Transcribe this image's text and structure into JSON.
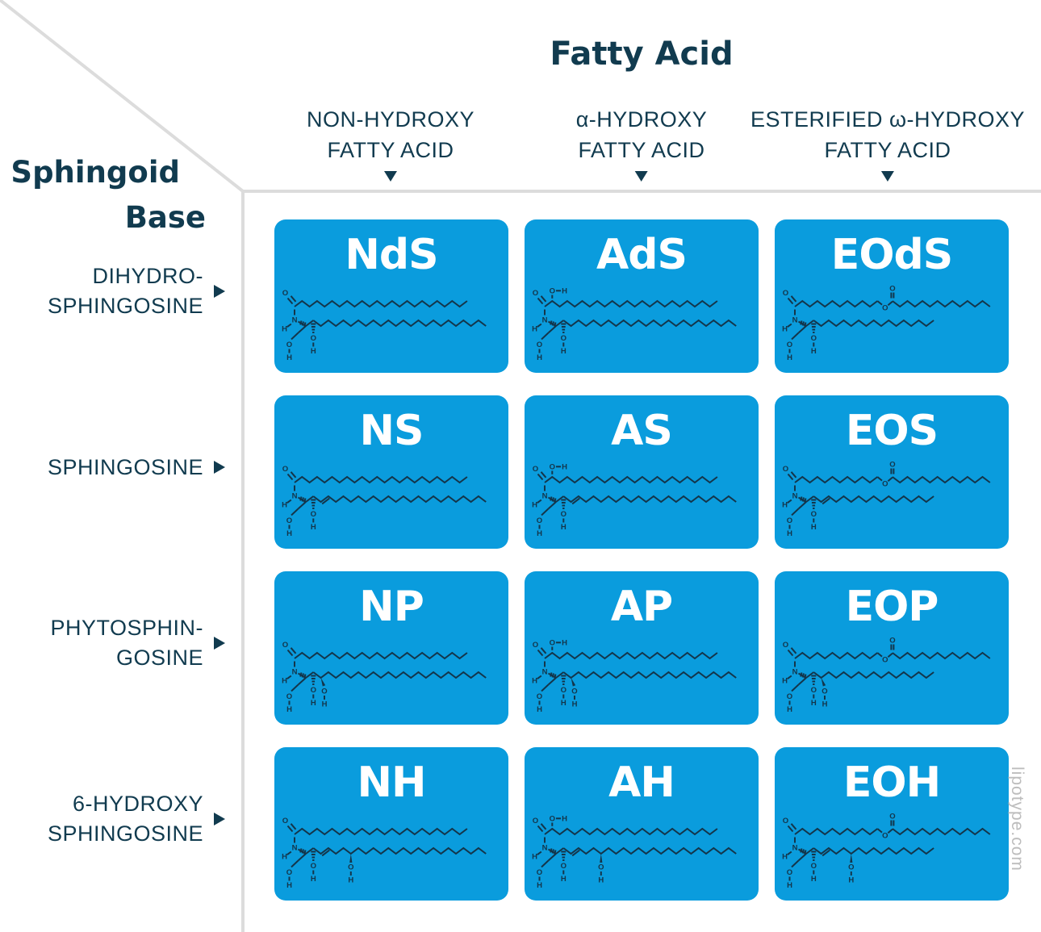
{
  "axes": {
    "column_axis_title": "Fatty Acid",
    "row_axis_title_line1": "Sphingoid",
    "row_axis_title_line2": "Base"
  },
  "columns": [
    {
      "label_line1": "NON-HYDROXY",
      "label_line2": "FATTY ACID"
    },
    {
      "label_line1": "α-HYDROXY",
      "label_line2": "FATTY ACID"
    },
    {
      "label_line1": "ESTERIFIED ω-HYDROXY",
      "label_line2": "FATTY ACID"
    }
  ],
  "rows": [
    {
      "label_lines": [
        "DIHYDRO-",
        "SPHINGOSINE"
      ]
    },
    {
      "label_lines": [
        "SPHINGOSINE"
      ]
    },
    {
      "label_lines": [
        "PHYTOSPHIN-",
        "GOSINE"
      ]
    },
    {
      "label_lines": [
        "6-HYDROXY",
        "SPHINGOSINE"
      ]
    }
  ],
  "cards": [
    {
      "code": "NdS",
      "row": 0,
      "col": 0,
      "structure": {
        "alpha_hydroxy": false,
        "esterified": false,
        "double_bond": false,
        "oh4": false,
        "oh6": false
      }
    },
    {
      "code": "AdS",
      "row": 0,
      "col": 1,
      "structure": {
        "alpha_hydroxy": true,
        "esterified": false,
        "double_bond": false,
        "oh4": false,
        "oh6": false
      }
    },
    {
      "code": "EOdS",
      "row": 0,
      "col": 2,
      "structure": {
        "alpha_hydroxy": false,
        "esterified": true,
        "double_bond": false,
        "oh4": false,
        "oh6": false
      }
    },
    {
      "code": "NS",
      "row": 1,
      "col": 0,
      "structure": {
        "alpha_hydroxy": false,
        "esterified": false,
        "double_bond": true,
        "oh4": false,
        "oh6": false
      }
    },
    {
      "code": "AS",
      "row": 1,
      "col": 1,
      "structure": {
        "alpha_hydroxy": true,
        "esterified": false,
        "double_bond": true,
        "oh4": false,
        "oh6": false
      }
    },
    {
      "code": "EOS",
      "row": 1,
      "col": 2,
      "structure": {
        "alpha_hydroxy": false,
        "esterified": true,
        "double_bond": true,
        "oh4": false,
        "oh6": false
      }
    },
    {
      "code": "NP",
      "row": 2,
      "col": 0,
      "structure": {
        "alpha_hydroxy": false,
        "esterified": false,
        "double_bond": false,
        "oh4": true,
        "oh6": false
      }
    },
    {
      "code": "AP",
      "row": 2,
      "col": 1,
      "structure": {
        "alpha_hydroxy": true,
        "esterified": false,
        "double_bond": false,
        "oh4": true,
        "oh6": false
      }
    },
    {
      "code": "EOP",
      "row": 2,
      "col": 2,
      "structure": {
        "alpha_hydroxy": false,
        "esterified": true,
        "double_bond": false,
        "oh4": true,
        "oh6": false
      }
    },
    {
      "code": "NH",
      "row": 3,
      "col": 0,
      "structure": {
        "alpha_hydroxy": false,
        "esterified": false,
        "double_bond": true,
        "oh4": false,
        "oh6": true
      }
    },
    {
      "code": "AH",
      "row": 3,
      "col": 1,
      "structure": {
        "alpha_hydroxy": true,
        "esterified": false,
        "double_bond": true,
        "oh4": false,
        "oh6": true
      }
    },
    {
      "code": "EOH",
      "row": 3,
      "col": 2,
      "structure": {
        "alpha_hydroxy": false,
        "esterified": true,
        "double_bond": true,
        "oh4": false,
        "oh6": true
      }
    }
  ],
  "watermark": "lipotype.com",
  "colors": {
    "card_blue": "#0A9CDD",
    "text_dark": "#113B4F",
    "structure_navy": "#14354A",
    "line_gray": "#DCDCDC",
    "watermark_gray": "#BDBDBD",
    "card_label_white": "#FFFFFF"
  }
}
